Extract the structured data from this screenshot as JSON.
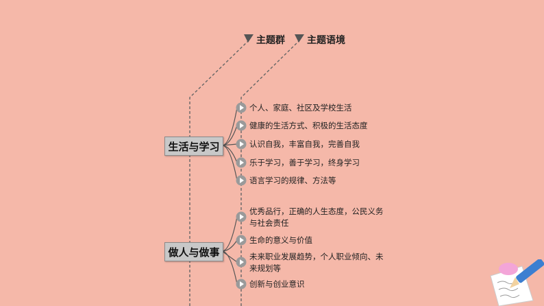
{
  "legend": {
    "group_label": "主题群",
    "context_label": "主题语境"
  },
  "groups": [
    {
      "label": "生活与学习",
      "items": [
        "个人、家庭、社区及学校生活",
        "健康的生活方式、积极的生活态度",
        "认识自我，丰富自我，完善自我",
        "乐于学习，善于学习，终身学习",
        "语言学习的规律、方法等"
      ]
    },
    {
      "label": "做人与做事",
      "items": [
        "优秀品行，正确的人生态度，公民义务与社会责任",
        "生命的意义与价值",
        "未来职业发展趋势，个人职业倾向、未来规划等",
        "创新与创业意识"
      ]
    }
  ],
  "colors": {
    "background": "#f5b8a9",
    "box_fill": "#c8c8c8",
    "bullet_fill": "#9a9a9a",
    "line": "#666666"
  }
}
